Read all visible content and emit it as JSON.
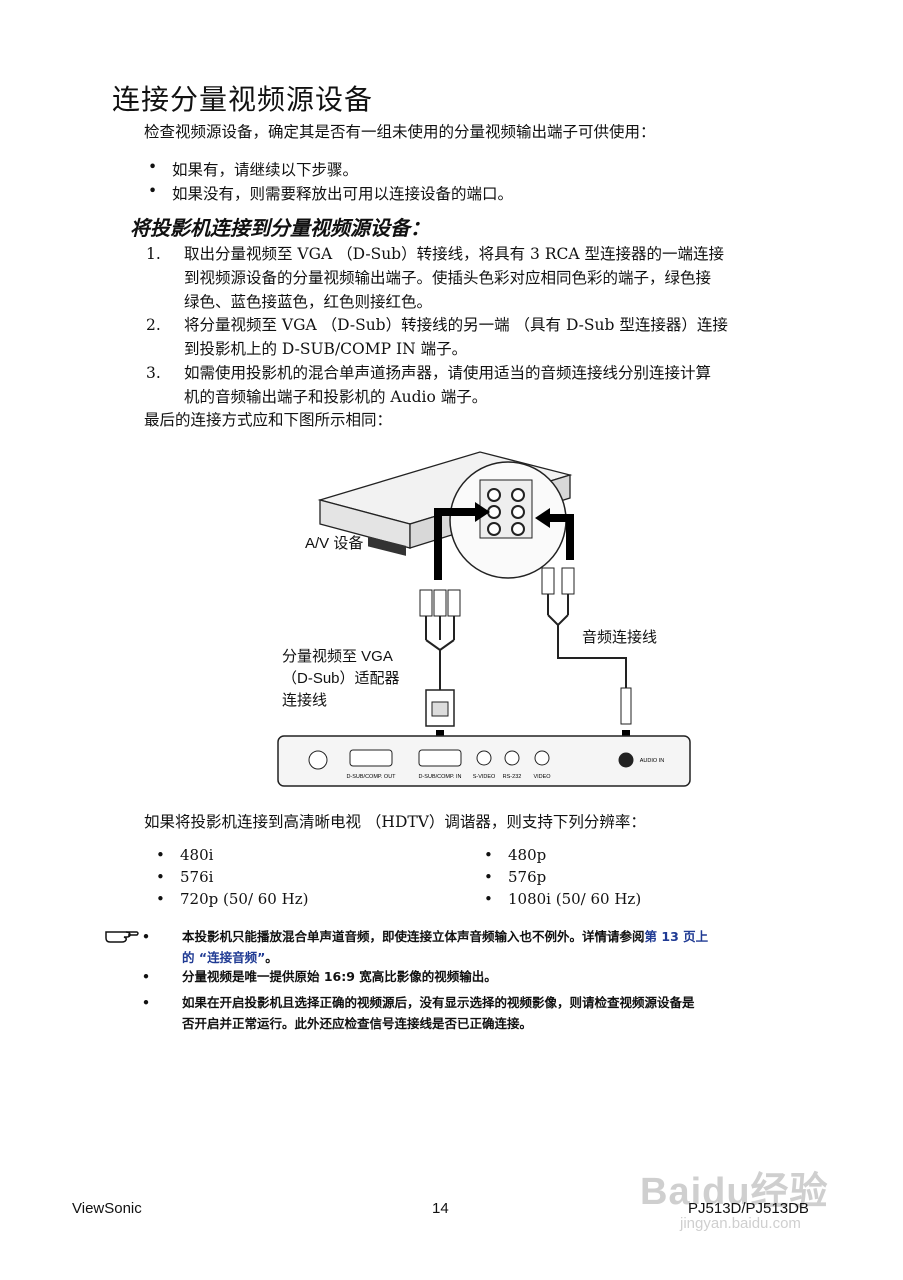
{
  "title": "连接分量视频源设备",
  "intro": "检查视频源设备，确定其是否有一组未使用的分量视频输出端子可供使用：",
  "bullets": [
    "如果有，请继续以下步骤。",
    "如果没有，则需要释放出可用以连接设备的端口。"
  ],
  "bullet_symbol": "•",
  "subtitle": "将投影机连接到分量视频源设备：",
  "steps": [
    {
      "num": "1.",
      "lines": [
        "取出分量视频至 VGA （D-Sub）转接线，将具有 3 RCA 型连接器的一端连接",
        "到视频源设备的分量视频输出端子。使插头色彩对应相同色彩的端子，绿色接",
        "绿色、蓝色接蓝色，红色则接红色。"
      ]
    },
    {
      "num": "2.",
      "lines": [
        "将分量视频至 VGA （D-Sub）转接线的另一端 （具有 D-Sub 型连接器）连接",
        "到投影机上的 D-SUB/COMP IN 端子。"
      ]
    },
    {
      "num": "3.",
      "lines": [
        "如需使用投影机的混合单声道扬声器，请使用适当的音频连接线分别连接计算",
        "机的音频输出端子和投影机的 Audio 端子。"
      ]
    }
  ],
  "summary": "最后的连接方式应和下图所示相同：",
  "diagram": {
    "av_label": "A/V 设备",
    "audio_cable_label": "音频连接线",
    "adapter_label_lines": [
      "分量视频至 VGA",
      "（D-Sub）适配器",
      "连接线"
    ],
    "port_dsub_out": "D-SUB/COMP. OUT",
    "port_dsub_in": "D-SUB/COMP. IN",
    "port_svideo": "S-VIDEO",
    "port_rs232": "RS-232",
    "port_video": "VIDEO",
    "port_audio_in": "AUDIO IN"
  },
  "hdtv_text": "如果将投影机连接到高清晰电视 （HDTV）调谐器，则支持下列分辨率：",
  "resolutions_left": [
    "480i",
    "576i",
    "720p (50/ 60 Hz)"
  ],
  "resolutions_right": [
    "480p",
    "576p",
    "1080i (50/ 60 Hz)"
  ],
  "notes": {
    "n1_text": "本投影机只能播放混合单声道音频，即使连接立体声音频输入也不例外。详情请参阅",
    "n1_link_a": "第 13 页上",
    "n1_link_b": "的 “连接音频”",
    "n1_end": "。",
    "n2": "分量视频是唯一提供原始 16:9 宽高比影像的视频输出。",
    "n3_lines": [
      "如果在开启投影机且选择正确的视频源后，没有显示选择的视频影像，则请检查视频源设备是",
      "否开启并正常运行。此外还应检查信号连接线是否已正确连接。"
    ]
  },
  "footer": {
    "left": "ViewSonic",
    "center": "14",
    "right": "PJ513D/PJ513DB"
  },
  "watermark": {
    "brand": "Baidu经验",
    "url": "jingyan.baidu.com"
  }
}
